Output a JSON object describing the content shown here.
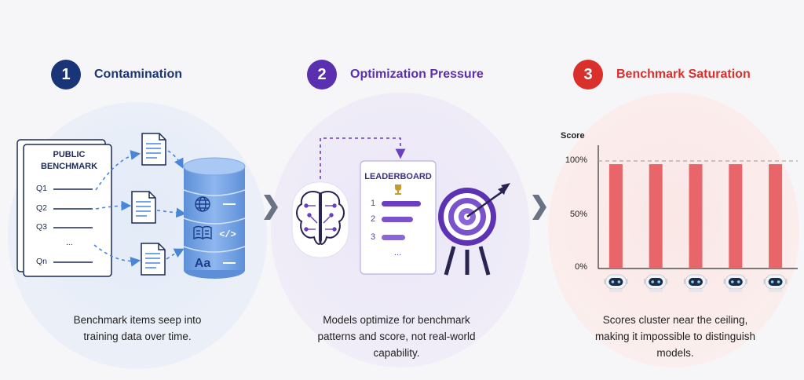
{
  "steps": [
    {
      "number": "1",
      "title": "Contamination",
      "color": "#1a3577"
    },
    {
      "number": "2",
      "title": "Optimization Pressure",
      "color": "#5a2fb0"
    },
    {
      "number": "3",
      "title": "Benchmark Saturation",
      "color": "#d9302c"
    }
  ],
  "panel1": {
    "paper_title_line1": "PUBLIC",
    "paper_title_line2": "BENCHMARK",
    "questions": [
      "Q1",
      "Q2",
      "Q3",
      "...",
      "Qn"
    ],
    "caption_line1": "Benchmark items seep into",
    "caption_line2": "training data over time.",
    "database_icons": [
      "globe-icon",
      "book-icon",
      "code-icon",
      "text-icon"
    ],
    "text_icon_glyph": "Aa",
    "code_icon_glyph": "</>"
  },
  "panel2": {
    "leaderboard_title": "LEADERBOARD",
    "ranks": [
      "1",
      "2",
      "3"
    ],
    "more": "...",
    "caption_line1": "Models optimize for benchmark",
    "caption_line2": "patterns and score, not real-world",
    "caption_line3": "capability.",
    "icons": [
      "brain-icon",
      "trophy-icon",
      "target-icon"
    ]
  },
  "panel3": {
    "caption_line1": "Scores cluster near the ceiling,",
    "caption_line2": "making it impossible to distinguish",
    "caption_line3": "models.",
    "icons": [
      "robot-icon"
    ]
  },
  "chart_data": {
    "type": "bar",
    "title": "",
    "ylabel": "Score",
    "xlabel": "",
    "yticks": [
      "0%",
      "50%",
      "100%"
    ],
    "ylim": [
      0,
      100
    ],
    "reference_line": 100,
    "categories": [
      "",
      "",
      "",
      "",
      ""
    ],
    "values": [
      97,
      97,
      97,
      97,
      97
    ],
    "bar_color": "#e8656a",
    "grid": false
  },
  "colors": {
    "navy": "#1a3577",
    "purple": "#5a2fb0",
    "red": "#d9302c",
    "db_blue": "#6d9ee0",
    "bar_red": "#e8656a"
  }
}
